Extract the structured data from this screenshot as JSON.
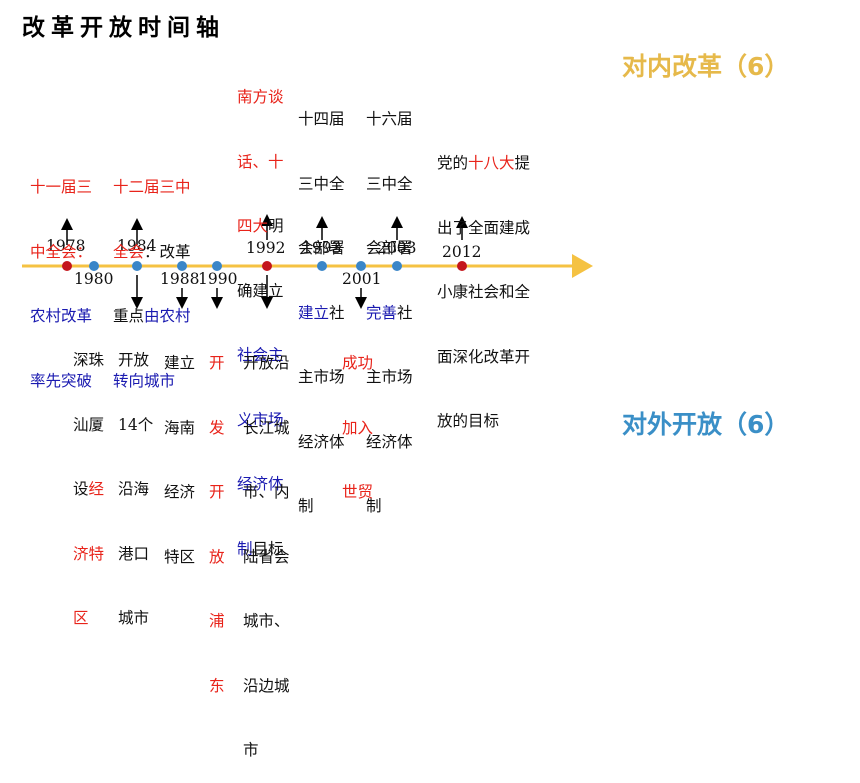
{
  "title": "改革开放时间轴",
  "categories": {
    "inner_reform": "对内改革（6）",
    "outer_open": "对外开放（6）"
  },
  "colors": {
    "axis": "#f5c242",
    "dot_red": "#c4161c",
    "dot_blue": "#3a86c8",
    "highlight_red": "#e8231a",
    "highlight_blue": "#1a1ab0",
    "cat_inner": "#e6b94a",
    "cat_outer": "#3a8fc7"
  },
  "years": {
    "y1978": "1978",
    "y1980": "1980",
    "y1984": "1984",
    "y1988": "1988",
    "y1990": "1990",
    "y1992": "1992",
    "y1993": "1993",
    "y2001": "2001",
    "y2003": "2003",
    "y2012": "2012"
  },
  "events_top": {
    "e1978": {
      "l1": "十一届三",
      "l2": "中全会：",
      "l3": "农村改革",
      "l4": "率先突破"
    },
    "e1984": {
      "l1": "十二届三中",
      "l2a": "全会",
      "l2b": "：改革",
      "l3a": "重点",
      "l3b": "由农村",
      "l4": "转向城市"
    },
    "e1992": {
      "l1": "南方谈",
      "l2a": "话、",
      "l2b": "十",
      "l3a": "四大",
      "l3b": "明",
      "l4": "确建立",
      "l5": "社会主",
      "l6": "义市场",
      "l7": "经济体",
      "l8a": "制",
      "l8b": "目标"
    },
    "e1993": {
      "l1": "十四届",
      "l2": "三中全",
      "l3": "会部署",
      "l4a": "建立",
      "l4b": "社",
      "l5": "主市场",
      "l6": "经济体",
      "l7": "制"
    },
    "e2003": {
      "l1": "十六届",
      "l2": "三中全",
      "l3": "会部署",
      "l4a": "完善",
      "l4b": "社",
      "l5": "主市场",
      "l6": "经济体",
      "l7": "制"
    },
    "e2012": {
      "l1a": "党的",
      "l1b": "十八大",
      "l1c": "提",
      "l2": "出了全面建成",
      "l3": "小康社会和全",
      "l4": "面深化改革开",
      "l5": "放的目标"
    }
  },
  "events_bottom": {
    "e1980": {
      "l1": "深珠",
      "l2": "汕厦",
      "l3a": "设",
      "l3b": "经",
      "l4": "济特",
      "l5": "区"
    },
    "e1984": {
      "l1": "开放",
      "l2": "14个",
      "l3": "沿海",
      "l4": "港口",
      "l5": "城市"
    },
    "e1988": {
      "l1": "建立",
      "l2": "海南",
      "l3": "经济",
      "l4": "特区"
    },
    "e1990": {
      "l1": "开",
      "l2": "发",
      "l3": "开",
      "l4": "放",
      "l5": "浦",
      "l6": "东"
    },
    "e1992": {
      "l1": "开放沿",
      "l2": "长江城",
      "l3": "市、内",
      "l4": "陆省会",
      "l5": "城市、",
      "l6": "沿边城",
      "l7": "市"
    },
    "e2001": {
      "l1": "成功",
      "l2": "加入",
      "l3": "世贸"
    }
  }
}
